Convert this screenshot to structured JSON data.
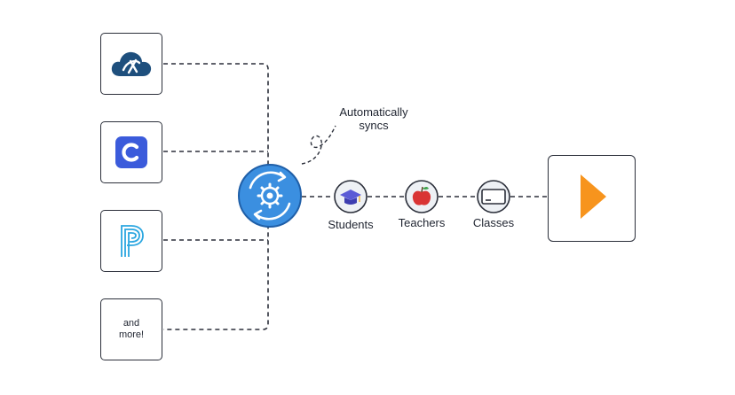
{
  "sources": [
    {
      "id": "classlink",
      "icon": "cloud-logo-icon",
      "color": "#1e4f7d"
    },
    {
      "id": "clever",
      "icon": "clever-c-logo-icon",
      "color": "#3b5bdb"
    },
    {
      "id": "powerschool",
      "icon": "powerschool-p-logo-icon",
      "color": "#2aa6e0"
    },
    {
      "id": "more",
      "text": "and\nmore!"
    }
  ],
  "sync_hub": {
    "icon": "sync-gear-icon",
    "color": "#3b8fe0",
    "border": "#1f5fa8"
  },
  "annotation": "Automatically\nsyncs",
  "flow": [
    {
      "label": "Students",
      "icon": "graduation-cap-icon"
    },
    {
      "label": "Teachers",
      "icon": "apple-icon"
    },
    {
      "label": "Classes",
      "icon": "chalkboard-icon"
    }
  ],
  "destination": {
    "icon": "play-triangle-icon",
    "color": "#f7941d"
  },
  "colors": {
    "line": "#2b2f3a",
    "text": "#1f2430",
    "node_fill": "#eef1f5"
  }
}
